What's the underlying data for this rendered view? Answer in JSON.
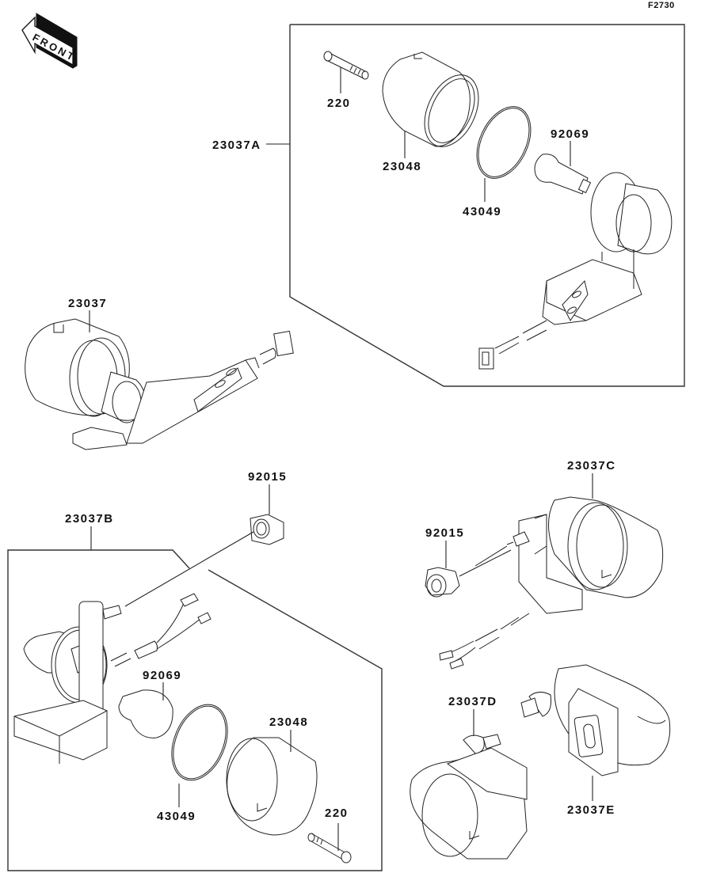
{
  "diagram": {
    "figure_code": "F2730",
    "orientation_label": "FRONT",
    "colors": {
      "line": "#222222",
      "background": "#ffffff"
    },
    "groups": [
      {
        "id": "23037A",
        "label": "23037A",
        "contents": [
          "220",
          "23048",
          "43049",
          "92069"
        ]
      },
      {
        "id": "23037B",
        "label": "23037B",
        "contents": [
          "92069",
          "43049",
          "23048",
          "220"
        ]
      }
    ],
    "labels": {
      "a_group": "23037A",
      "a_screw": "220",
      "a_lens": "23048",
      "a_gasket": "43049",
      "a_bulb": "92069",
      "main_lamp": "23037",
      "b_group": "23037B",
      "b_nut": "92015",
      "b_bulb": "92069",
      "b_gasket": "43049",
      "b_lens": "23048",
      "b_screw": "220",
      "c_lamp": "23037C",
      "c_nut": "92015",
      "d_lamp": "23037D",
      "e_lamp": "23037E"
    },
    "parts": [
      {
        "number": "23037",
        "description": "turn signal lamp assembly"
      },
      {
        "number": "23037A",
        "description": "turn signal lamp assembly (variant A)"
      },
      {
        "number": "23037B",
        "description": "turn signal lamp assembly (variant B)"
      },
      {
        "number": "23037C",
        "description": "turn signal lamp assembly (variant C)"
      },
      {
        "number": "23037D",
        "description": "turn signal lamp assembly (variant D)"
      },
      {
        "number": "23037E",
        "description": "turn signal lamp assembly (variant E)"
      },
      {
        "number": "23048",
        "description": "lens"
      },
      {
        "number": "43049",
        "description": "gasket"
      },
      {
        "number": "92069",
        "description": "bulb"
      },
      {
        "number": "92015",
        "description": "nut"
      },
      {
        "number": "220",
        "description": "screw"
      }
    ]
  }
}
